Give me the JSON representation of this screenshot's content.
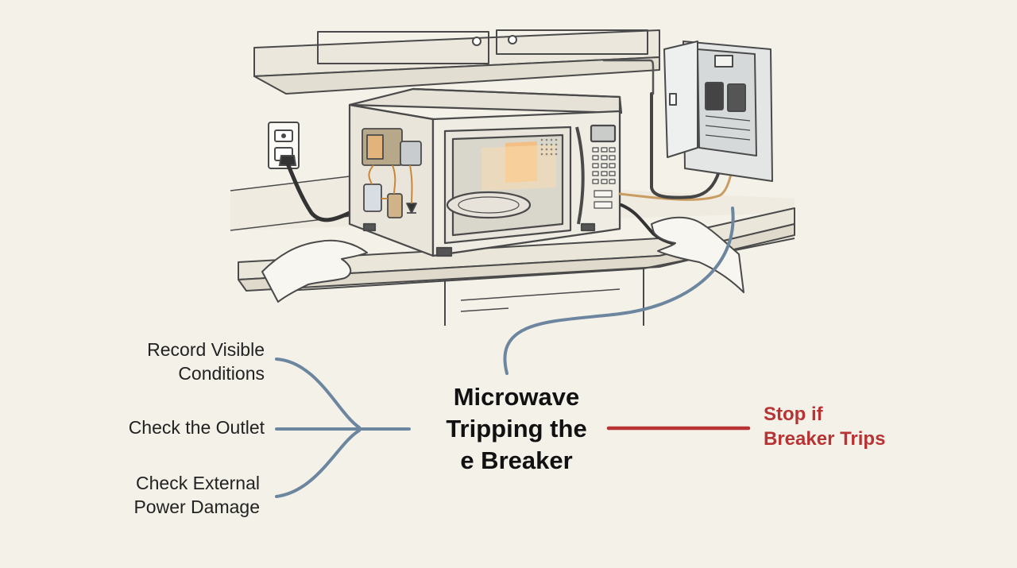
{
  "center_topic": {
    "lines": [
      "Microwave",
      "Tripping the",
      "e Breaker"
    ]
  },
  "branches": [
    {
      "lines": [
        "Record Visible",
        "Conditions"
      ]
    },
    {
      "lines": [
        "Check the Outlet"
      ]
    },
    {
      "lines": [
        "Check External",
        "Power Damage"
      ]
    }
  ],
  "warning": {
    "lines": [
      "Stop if",
      "Breaker Trips"
    ]
  },
  "colors": {
    "background": "#f4f1e8",
    "connector": "#6d86a0",
    "warning": "#b83434",
    "ink": "#3a3a3a"
  }
}
